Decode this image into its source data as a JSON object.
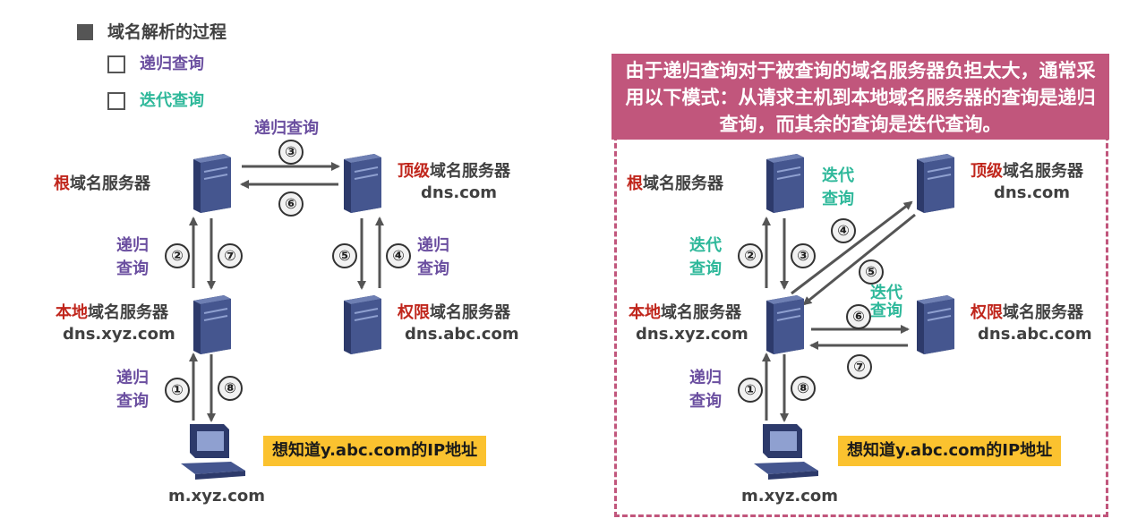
{
  "heading": "域名解析的过程",
  "subitems": [
    "递归查询",
    "迭代查询"
  ],
  "note": "由于递归查询对于被查询的域名服务器负担太大，通常采用以下模式：从请求主机到本地域名服务器的查询是递归查询，而其余的查询是迭代查询。",
  "servers": {
    "root": {
      "prefix": "根",
      "suffix": "域名服务器"
    },
    "tld": {
      "prefix": "顶级",
      "suffix": "域名服务器",
      "host": "dns.com"
    },
    "local": {
      "prefix": "本地",
      "suffix": "域名服务器",
      "host": "dns.xyz.com"
    },
    "auth": {
      "prefix": "权限",
      "suffix": "域名服务器",
      "host": "dns.abc.com"
    }
  },
  "client_host": "m.xyz.com",
  "banner": "想知道y.abc.com的IP地址",
  "query_labels": {
    "recursive": "递归查询",
    "rec1": "递归",
    "rec2": "查询",
    "iter1": "迭代",
    "iter2": "查询"
  },
  "steps": [
    "①",
    "②",
    "③",
    "④",
    "⑤",
    "⑥",
    "⑦",
    "⑧"
  ],
  "colors": {
    "accent_red": "#c0261c",
    "recursive": "#6b4fa0",
    "iterative": "#2eb89a",
    "banner": "#fbc22f",
    "note": "#c1567c"
  }
}
